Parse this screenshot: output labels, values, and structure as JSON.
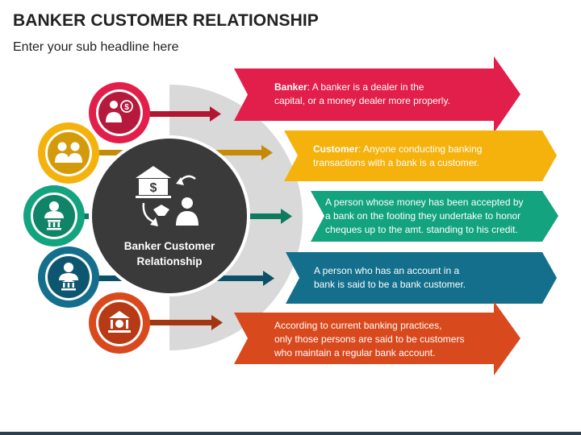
{
  "header": {
    "title": "BANKER CUSTOMER RELATIONSHIP",
    "subtitle": "Enter your sub headline here"
  },
  "center": {
    "label_line1": "Banker Customer",
    "label_line2": "Relationship",
    "icon": "bank-handshake-customer-icon"
  },
  "rows": [
    {
      "color": "#e21e4a",
      "icon": "banker-money-icon",
      "term": "Banker",
      "lines": [
        ": A banker is a dealer in the",
        "capital, or a money dealer more properly."
      ]
    },
    {
      "color": "#f5b20c",
      "icon": "customers-group-icon",
      "term": "Customer",
      "lines": [
        ": Anyone conducting banking",
        "transactions with a bank is a customer."
      ]
    },
    {
      "color": "#14a37f",
      "icon": "woman-bank-icon",
      "term": "",
      "lines": [
        "A person whose money has been accepted by",
        "a bank on the footing they undertake to honor",
        "cheques up to the amt. standing to his credit."
      ]
    },
    {
      "color": "#136f8c",
      "icon": "man-bank-icon",
      "term": "",
      "lines": [
        "A person who has an account in a",
        "bank is said to be a bank customer."
      ]
    },
    {
      "color": "#d9491e",
      "icon": "bank-building-icon",
      "term": "",
      "lines": [
        "According to current banking practices,",
        "only those persons are said to be customers",
        "who maintain a regular bank account."
      ]
    }
  ],
  "colors": {
    "center_circle": "#3a3a3a",
    "half_disc": "#d9d9d9"
  }
}
